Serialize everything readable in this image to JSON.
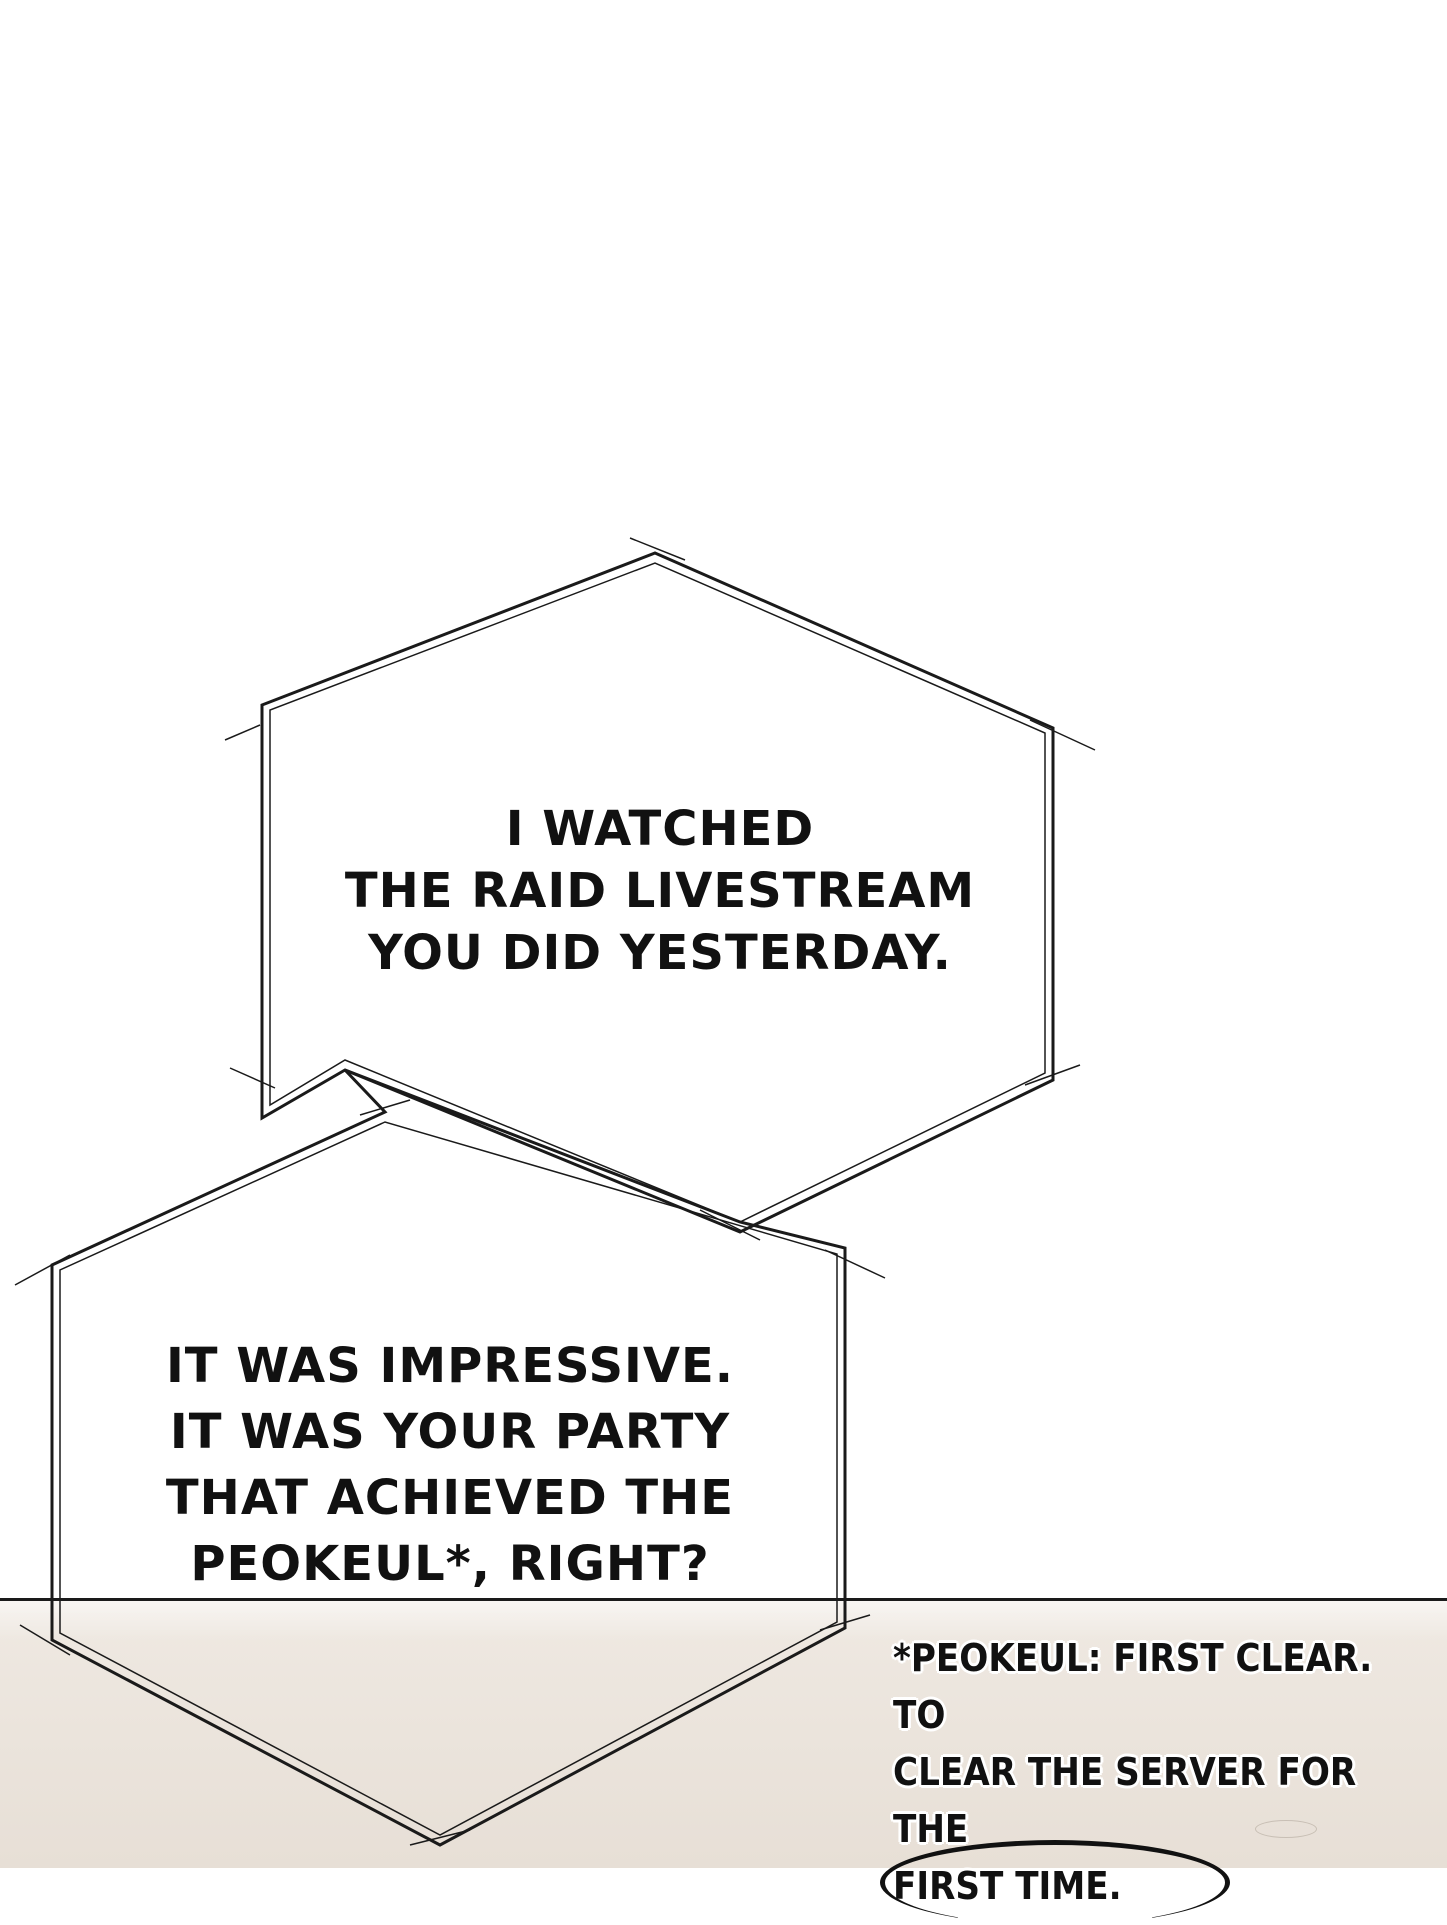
{
  "bubble_1": {
    "lines": [
      "I WATCHED",
      "THE RAID LIVESTREAM",
      "YOU DID YESTERDAY."
    ]
  },
  "bubble_2": {
    "lines": [
      "IT WAS IMPRESSIVE.",
      "IT WAS YOUR PARTY",
      "THAT ACHIEVED THE",
      "PEOKEUL*, RIGHT?"
    ]
  },
  "footnote": {
    "lines": [
      "*PEOKEUL: FIRST CLEAR. TO",
      "CLEAR THE SERVER FOR THE",
      "FIRST TIME."
    ]
  },
  "colors": {
    "background": "#ffffff",
    "floor": "#ece5dd",
    "ink": "#111111"
  }
}
